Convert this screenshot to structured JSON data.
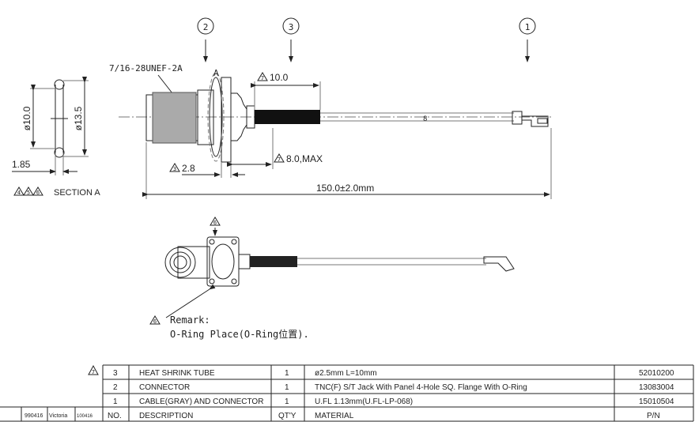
{
  "balloons": {
    "b1": "1",
    "b2": "2",
    "b3": "3"
  },
  "section": {
    "thread": "7/16-28UNEF-2A",
    "view_label": "A",
    "dia_inner": "ø10.0",
    "dia_outer": "ø13.5",
    "thickness": "1.85",
    "notes": [
      "4",
      "5",
      "6"
    ],
    "title": "SECTION  A"
  },
  "dims": {
    "heat_shrink_note": "7",
    "heat_shrink_len": "10.0",
    "exposed_note": "7",
    "exposed_len": "8.0,MAX",
    "flange_note": "3",
    "flange": "2.8",
    "overall": "150.0±2.0mm"
  },
  "bottom_view": {
    "note": "6"
  },
  "remark": {
    "note": "6",
    "title": "Remark:",
    "text": "O-Ring Place(O-Ring位置)."
  },
  "bom": {
    "rev_note": "7",
    "rows": [
      {
        "no": "3",
        "desc": "HEAT SHRINK TUBE",
        "qty": "1",
        "material": "ø2.5mm L=10mm",
        "pn": "52010200"
      },
      {
        "no": "2",
        "desc": "CONNECTOR",
        "qty": "1",
        "material": "TNC(F) S/T Jack With Panel 4-Hole SQ. Flange With O-Ring",
        "pn": "13083004"
      },
      {
        "no": "1",
        "desc": "CABLE(GRAY) AND CONNECTOR",
        "qty": "1",
        "material": "U.FL 1.13mm(U.FL-LP-068)",
        "pn": "15010504"
      }
    ],
    "header": {
      "rev": "990416",
      "author": "Victoria",
      "date": "100416",
      "no": "NO.",
      "desc": "DESCRIPTION",
      "qty": "QT'Y",
      "material": "MATERIAL",
      "pn": "P/N"
    }
  }
}
